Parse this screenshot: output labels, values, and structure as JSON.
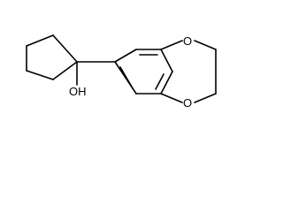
{
  "molecule": {
    "labels": {
      "hydroxyl": "OH",
      "oxygen_upper": "O",
      "oxygen_lower": "O"
    },
    "colors": {
      "bond": "#000000",
      "background": "#ffffff"
    }
  }
}
